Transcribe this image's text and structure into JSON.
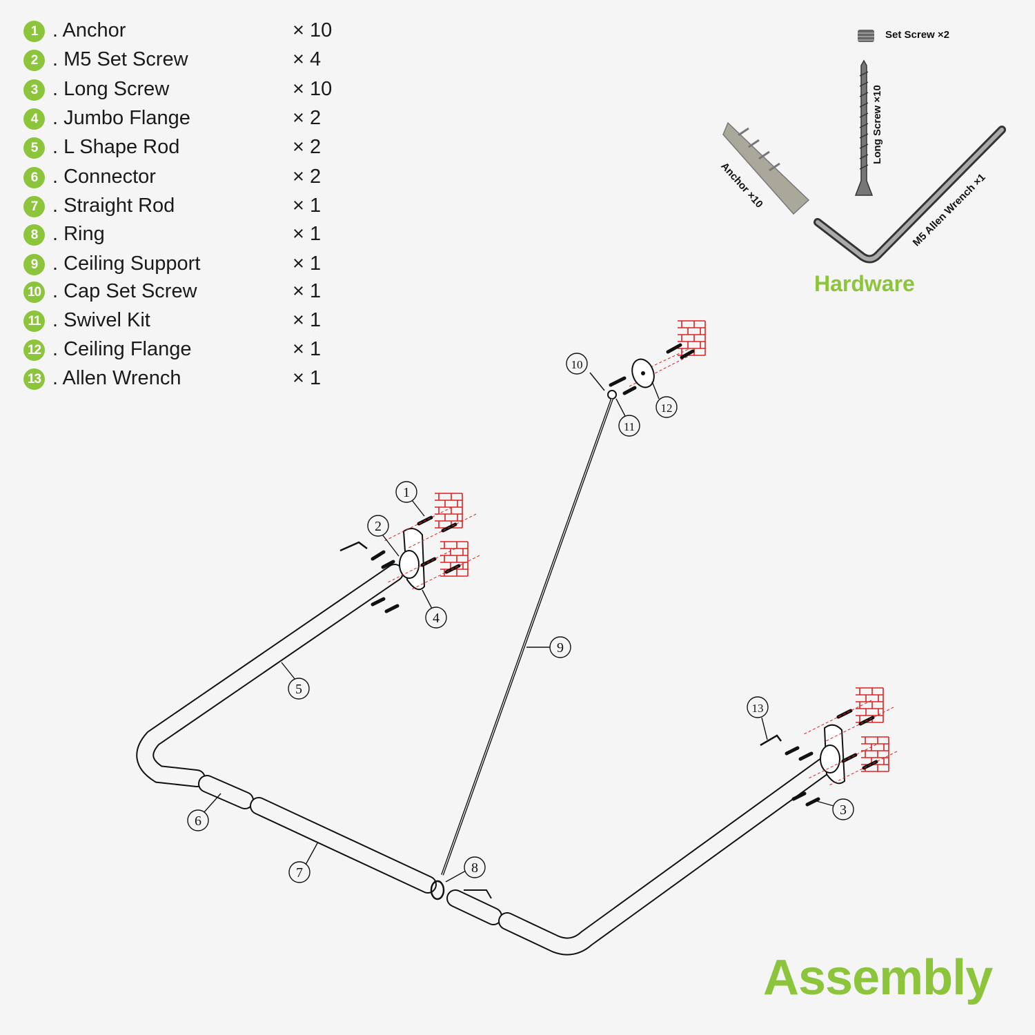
{
  "parts": [
    {
      "num": "1",
      "name": ". Anchor",
      "qty": "× 10"
    },
    {
      "num": "2",
      "name": ". M5 Set Screw",
      "qty": "× 4"
    },
    {
      "num": "3",
      "name": ". Long Screw",
      "qty": "× 10"
    },
    {
      "num": "4",
      "name": ". Jumbo Flange",
      "qty": "× 2"
    },
    {
      "num": "5",
      "name": ". L  Shape Rod",
      "qty": "× 2"
    },
    {
      "num": "6",
      "name": ". Connector",
      "qty": "× 2"
    },
    {
      "num": "7",
      "name": ". Straight Rod",
      "qty": "× 1"
    },
    {
      "num": "8",
      "name": ". Ring",
      "qty": "× 1"
    },
    {
      "num": "9",
      "name": ". Ceiling Support",
      "qty": "× 1"
    },
    {
      "num": "10",
      "name": ". Cap Set Screw",
      "qty": "× 1"
    },
    {
      "num": "11",
      "name": ". Swivel Kit",
      "qty": "× 1"
    },
    {
      "num": "12",
      "name": ". Ceiling Flange",
      "qty": "× 1"
    },
    {
      "num": "13",
      "name": ". Allen Wrench",
      "qty": "× 1"
    }
  ],
  "hardware": {
    "title": "Hardware",
    "set_screw": "Set Screw ×2",
    "long_screw": "Long Screw ×10",
    "anchor": "Anchor ×10",
    "allen_wrench": "M5 Allen Wrench ×1"
  },
  "assembly_title": "Assembly",
  "callouts": [
    "1",
    "2",
    "3",
    "4",
    "5",
    "6",
    "7",
    "8",
    "9",
    "10",
    "11",
    "12",
    "13"
  ],
  "colors": {
    "accent": "#8cc43c",
    "wall": "#e02020",
    "line": "#1a1a1a"
  }
}
